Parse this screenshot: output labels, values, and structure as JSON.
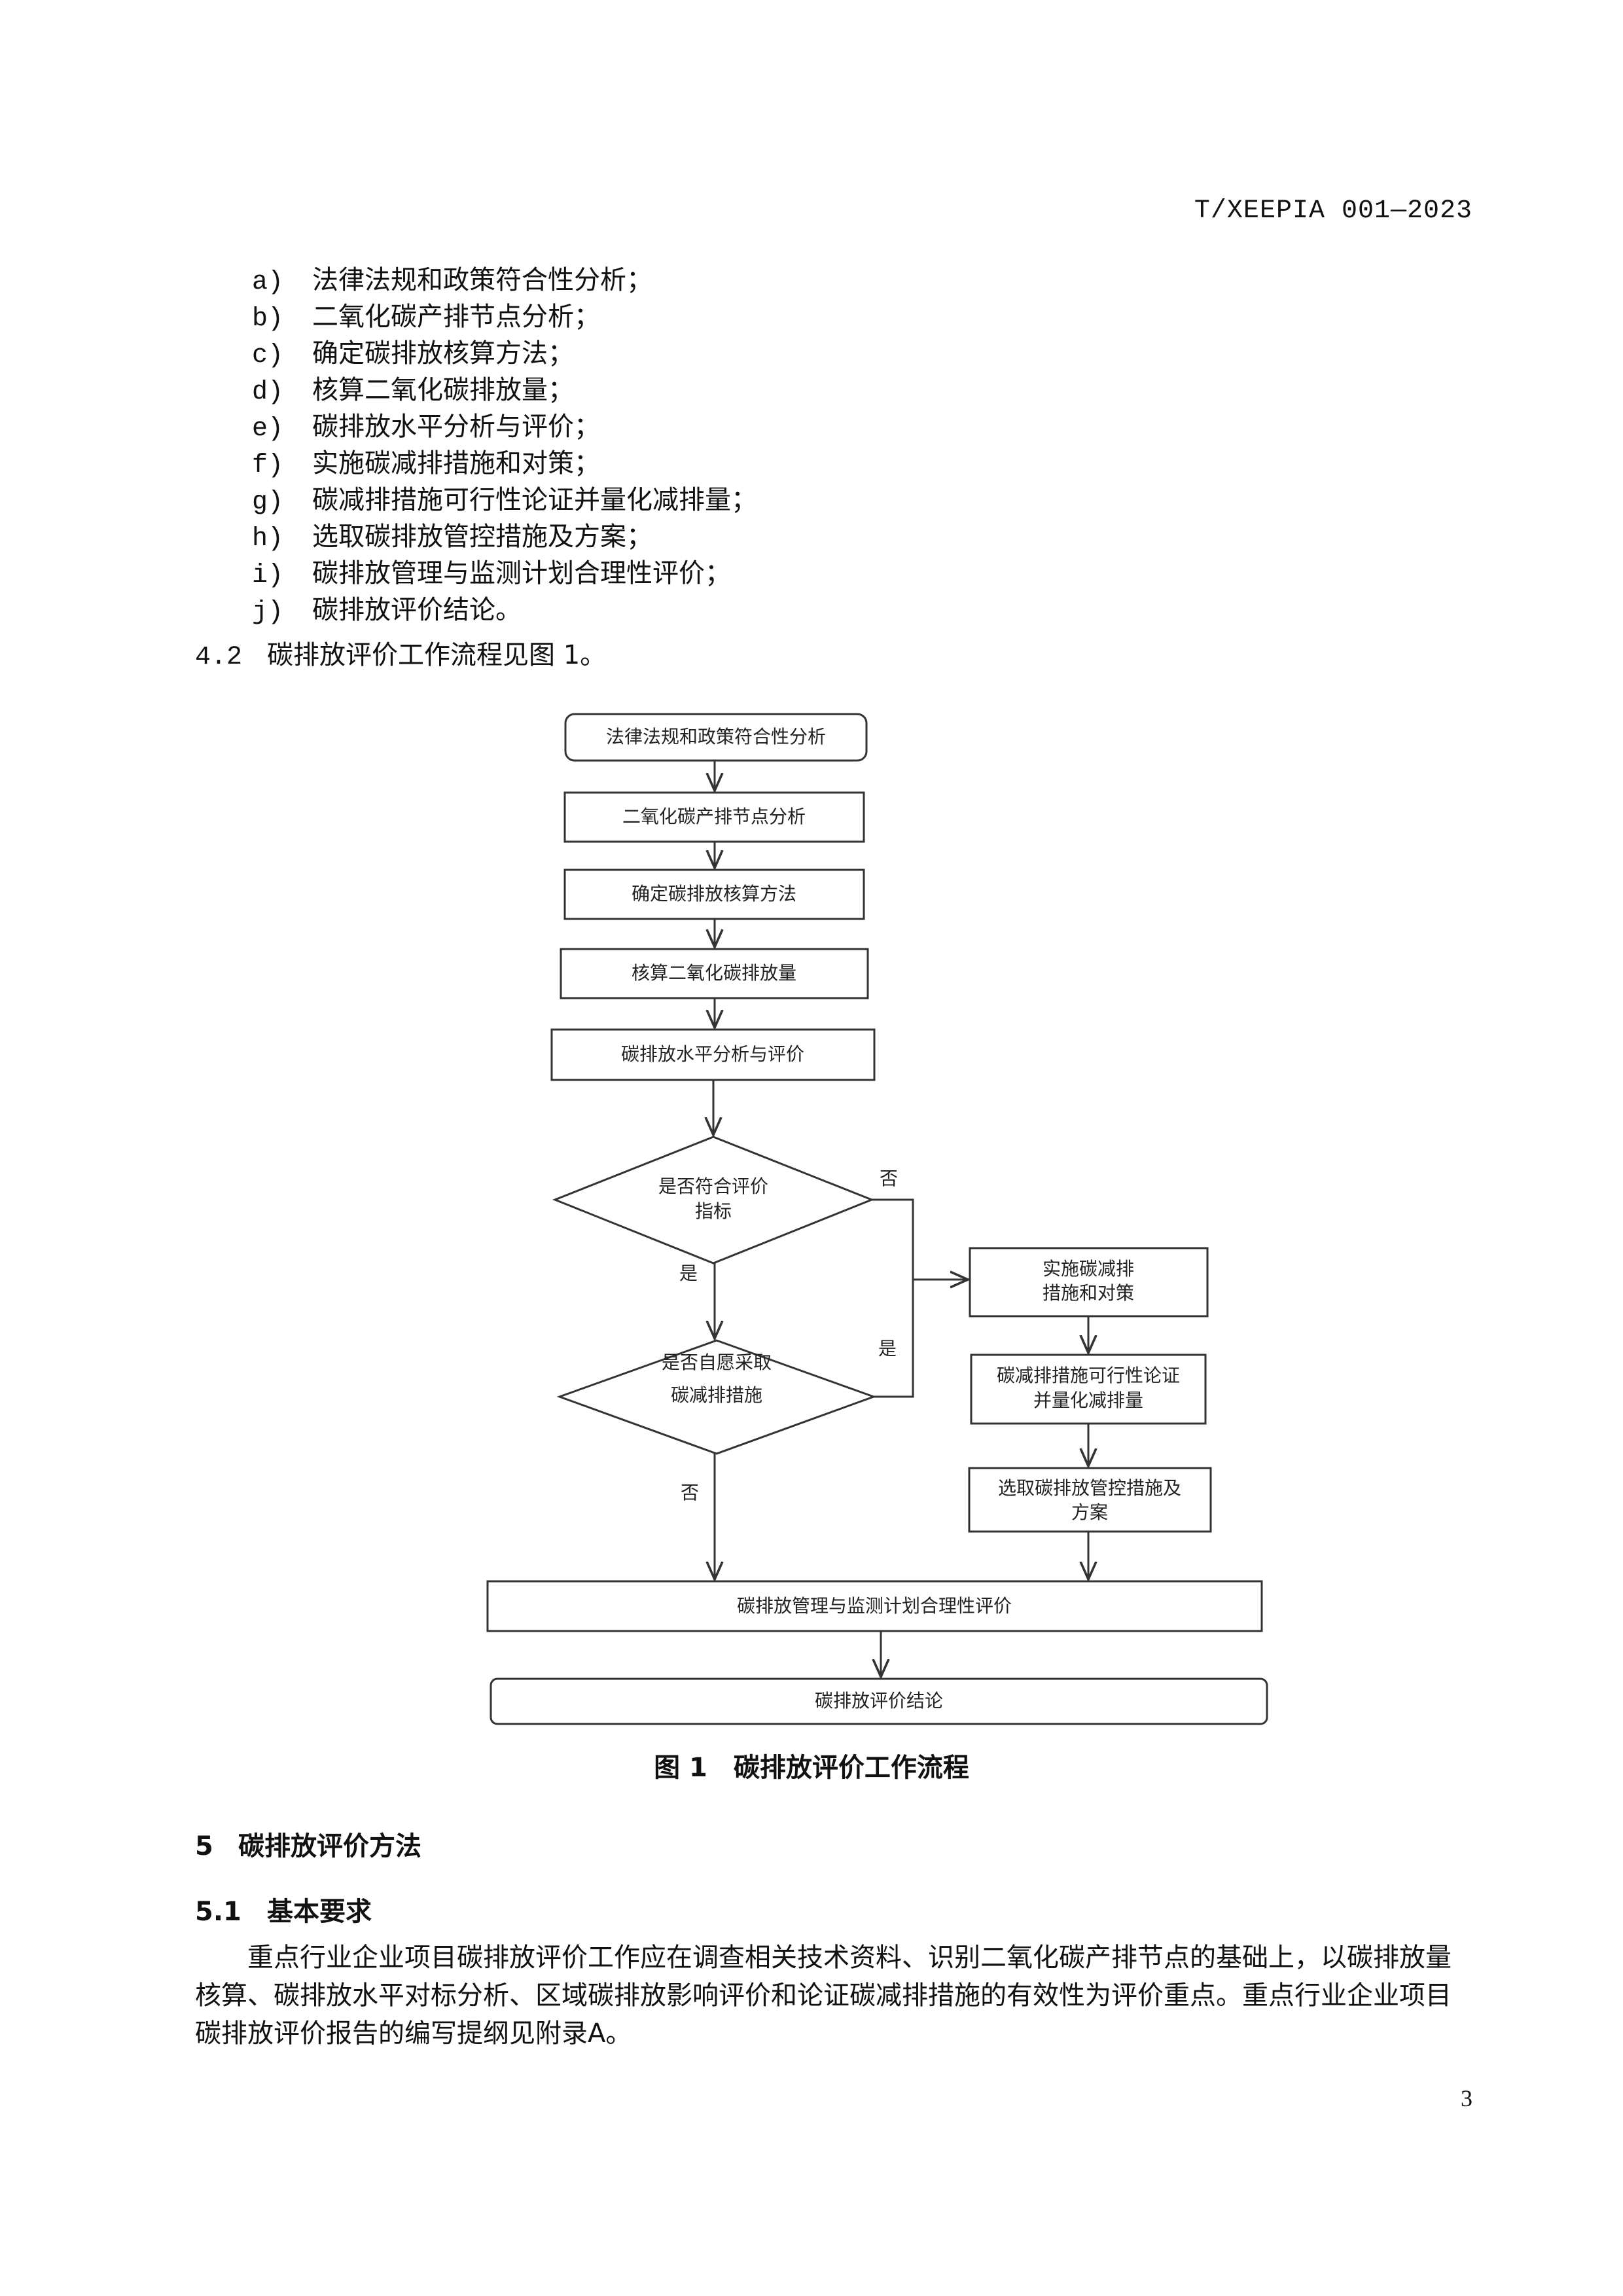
{
  "header": {
    "doc_id": "T/XEEPIA 001—2023"
  },
  "list": [
    {
      "marker": "a)",
      "text": "法律法规和政策符合性分析；"
    },
    {
      "marker": "b)",
      "text": "二氧化碳产排节点分析；"
    },
    {
      "marker": "c)",
      "text": "确定碳排放核算方法；"
    },
    {
      "marker": "d)",
      "text": "核算二氧化碳排放量；"
    },
    {
      "marker": "e)",
      "text": "碳排放水平分析与评价；"
    },
    {
      "marker": "f)",
      "text": "实施碳减排措施和对策；"
    },
    {
      "marker": "g)",
      "text": "碳减排措施可行性论证并量化减排量；"
    },
    {
      "marker": "h)",
      "text": "选取碳排放管控措施及方案；"
    },
    {
      "marker": "i)",
      "text": "碳排放管理与监测计划合理性评价；"
    },
    {
      "marker": "j)",
      "text": "碳排放评价结论。"
    }
  ],
  "clause_4_2": {
    "num": "4.2",
    "text": "碳排放评价工作流程见图 1。"
  },
  "flow": {
    "step1": "法律法规和政策符合性分析",
    "step2": "二氧化碳产排节点分析",
    "step3": "确定碳排放核算方法",
    "step4": "核算二氧化碳排放量",
    "step5": "碳排放水平分析与评价",
    "decision1": [
      "是否符合评价",
      "指标"
    ],
    "decision2": [
      "是否自愿采取",
      "碳减排措施"
    ],
    "label_no": "否",
    "label_yes": "是",
    "step6": [
      "实施碳减排",
      "措施和对策"
    ],
    "step7": [
      "碳减排措施可行性论证",
      "并量化减排量"
    ],
    "step8": [
      "选取碳排放管控措施及",
      "方案"
    ],
    "step9": "碳排放管理与监测计划合理性评价",
    "step10": "碳排放评价结论"
  },
  "figure": {
    "num": "图 1",
    "title": "碳排放评价工作流程"
  },
  "section5": {
    "num": "5",
    "title": "碳排放评价方法"
  },
  "section5_1": {
    "num": "5.1",
    "title": "基本要求"
  },
  "paragraph": "重点行业企业项目碳排放评价工作应在调查相关技术资料、识别二氧化碳产排节点的基础上，以碳排放量核算、碳排放水平对标分析、区域碳排放影响评价和论证碳减排措施的有效性为评价重点。重点行业企业项目碳排放评价报告的编写提纲见附录A。",
  "page_number": "3"
}
